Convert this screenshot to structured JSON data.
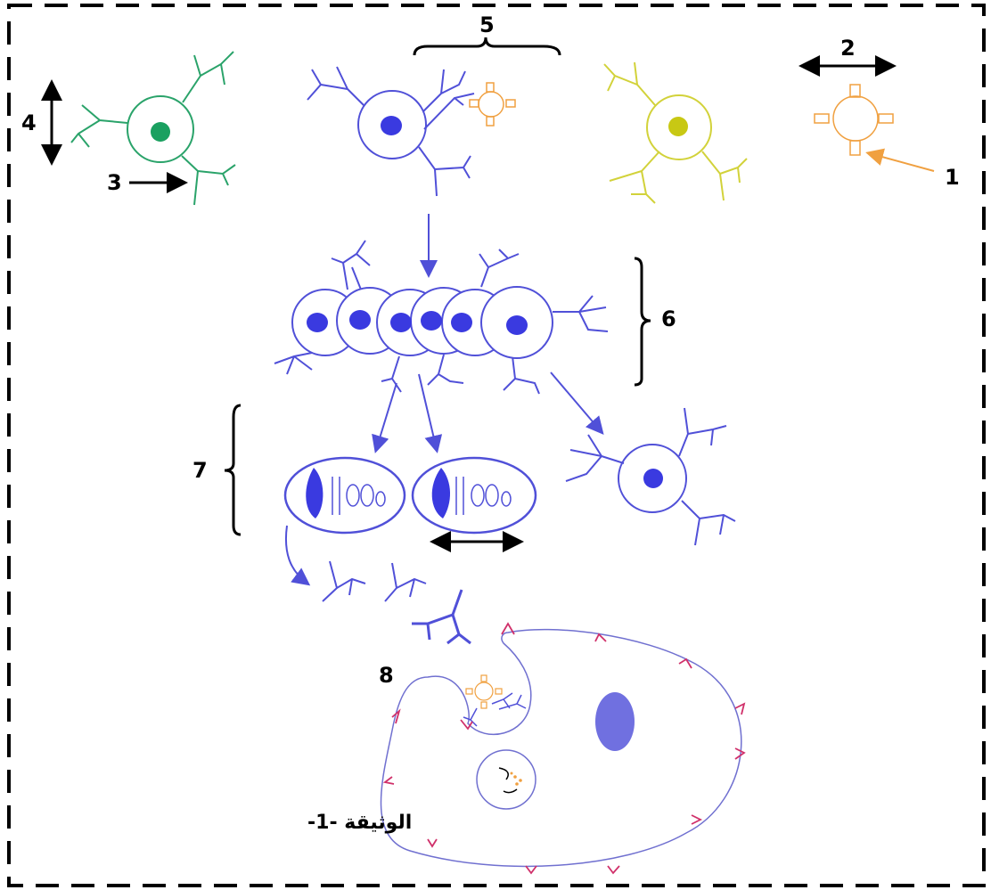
{
  "labels": {
    "l1": "1",
    "l2": "2",
    "l3": "3",
    "l4": "4",
    "l5": "5",
    "l6": "6",
    "l7": "7",
    "l8": "8"
  },
  "caption": "الوثيقة -1-",
  "colors": {
    "lymphocyte": "#5050d8",
    "lymphocyte_nucleus": "#3a3ae0",
    "green_cell": "#2aa36a",
    "green_nucleus": "#1aa060",
    "yellow_cell": "#d2d23a",
    "yellow_nucleus": "#c8c814",
    "antigen": "#f0a040",
    "macrophage": "#7070d0",
    "macrophage_nucleus": "#7070e0",
    "receptor_mark": "#d0306a",
    "arrow_black": "#000000",
    "border": "#000000"
  }
}
